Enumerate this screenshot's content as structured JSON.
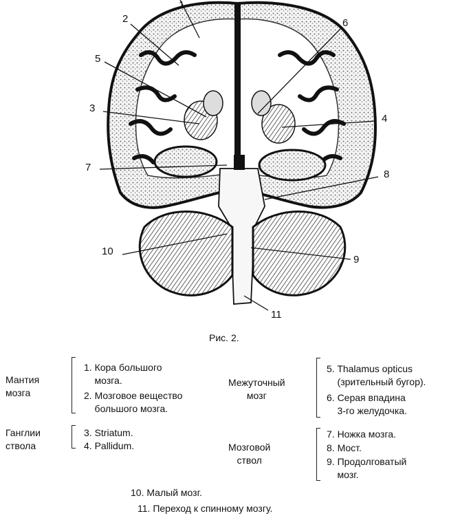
{
  "figure": {
    "labels": [
      "1",
      "2",
      "3",
      "4",
      "5",
      "6",
      "7",
      "8",
      "9",
      "10",
      "11"
    ]
  },
  "caption": "Рис. 2.",
  "groups": {
    "mantle": "Мантия\nмозга",
    "ganglia": "Ганглии\nствола",
    "diencephalon": "Межуточный\nмозг",
    "brainstem": "Мозговой\nствол"
  },
  "items": {
    "i1": "1. Кора большого\n    мозга.",
    "i2": "2. Мозговое вещество\n    большого мозга.",
    "i3": "3. Striatum.",
    "i4": "4. Pallidum.",
    "i5": "5. Thalamus opticus\n    (зрительный бугор).",
    "i6": "6. Серая впадина\n    3-го желудочка.",
    "i7": "7. Ножка мозга.",
    "i8": "8. Мост.",
    "i9": "9. Продолговатый\n    мозг.",
    "i10": "10. Малый мозг.",
    "i11": "11. Переход к спинному мозгу."
  }
}
